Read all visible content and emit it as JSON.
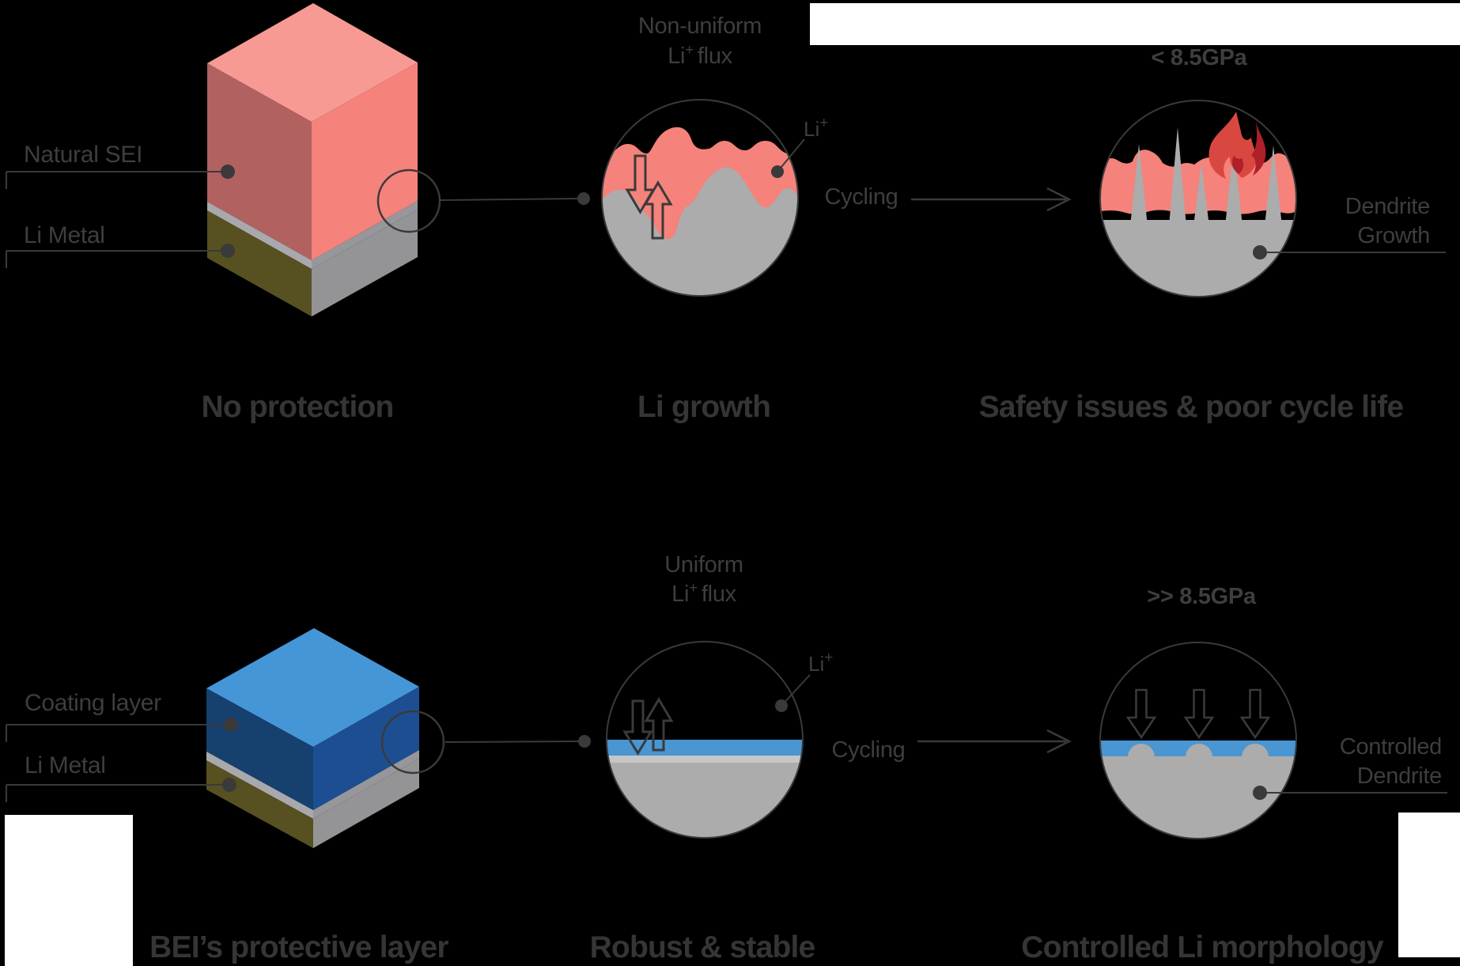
{
  "colors": {
    "background": "#000000",
    "ink": "#3A3A3A",
    "text": "#3E3E3E",
    "caption": "#353535",
    "salmon": "#F5827B",
    "salmon-light": "#F79A94",
    "brick": "#B26161",
    "metal-gray": "#ACACAC",
    "cube-gray": "#949497",
    "interlayer": "#A9A9AD",
    "interlayer-dark": "#97979B",
    "olive": "#575122",
    "blue-top": "#4596D7",
    "blue-left": "#16406E",
    "blue-right": "#1D4E92",
    "blue-band": "#4A96D2",
    "band-underline": "#C6C6C8",
    "flame-bright": "#D94840",
    "flame-dark": "#B0202A",
    "white": "#FFFFFF"
  },
  "top_row": {
    "sei_label": "Natural SEI",
    "li_label": "Li Metal",
    "flux_line1": "Non-uniform",
    "flux_li": "Li",
    "flux_plus": "+",
    "flux_word": "flux",
    "ion_li": "Li",
    "ion_plus": "+",
    "cycling": "Cycling",
    "pressure": "< 8.5GPa",
    "result_line1": "Dendrite",
    "result_line2": "Growth",
    "caption_left": "No protection",
    "caption_middle": "Li growth",
    "caption_right": "Safety issues & poor cycle life"
  },
  "bottom_row": {
    "coating_label": "Coating layer",
    "li_label": "Li Metal",
    "flux_line1": "Uniform",
    "flux_li": "Li",
    "flux_plus": "+",
    "flux_word": "flux",
    "ion_li": "Li",
    "ion_plus": "+",
    "cycling": "Cycling",
    "pressure": ">> 8.5GPa",
    "result_line1": "Controlled",
    "result_line2": "Dendrite",
    "caption_left": "BEI’s protective layer",
    "caption_middle": "Robust & stable",
    "caption_right": "Controlled Li morphology"
  }
}
